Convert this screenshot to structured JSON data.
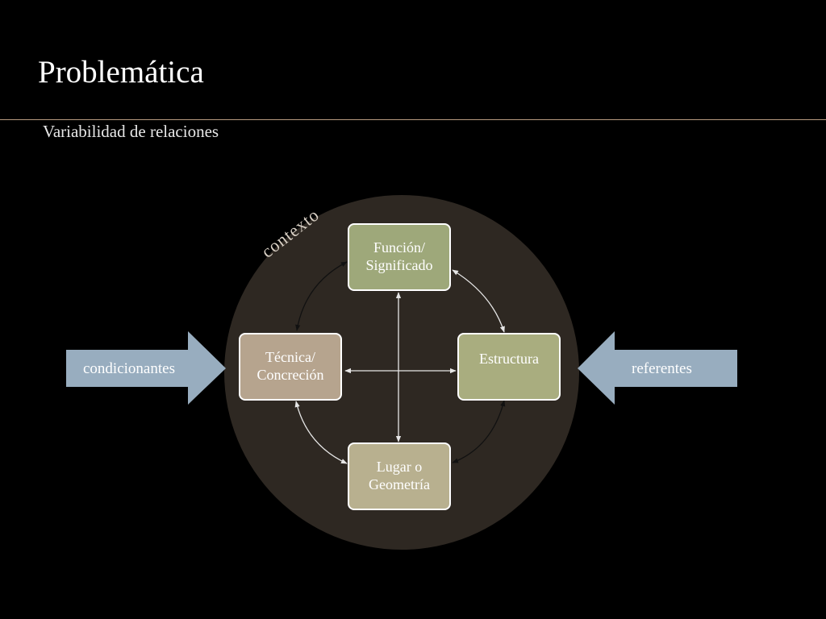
{
  "slide": {
    "title": "Problemática",
    "subtitle": "Variabilidad de relaciones"
  },
  "diagram": {
    "context_label": "contexto",
    "nodes": {
      "funcion": "Función/\nSignificado",
      "tecnica": "Técnica/\nConcreción",
      "estructura": "Estructura",
      "lugar": "Lugar o\nGeometría"
    },
    "left_arrow_label": "condicionantes",
    "right_arrow_label": "referentes"
  },
  "colors": {
    "background": "#000000",
    "context_circle": "#2e2822",
    "side_arrows": "#98adbf",
    "title_rule": "#b89a80",
    "node_funcion": "#9ea87a",
    "node_tecnica": "#b6a48e",
    "node_estructura": "#a9ad7f",
    "node_lugar": "#b8b08f"
  }
}
